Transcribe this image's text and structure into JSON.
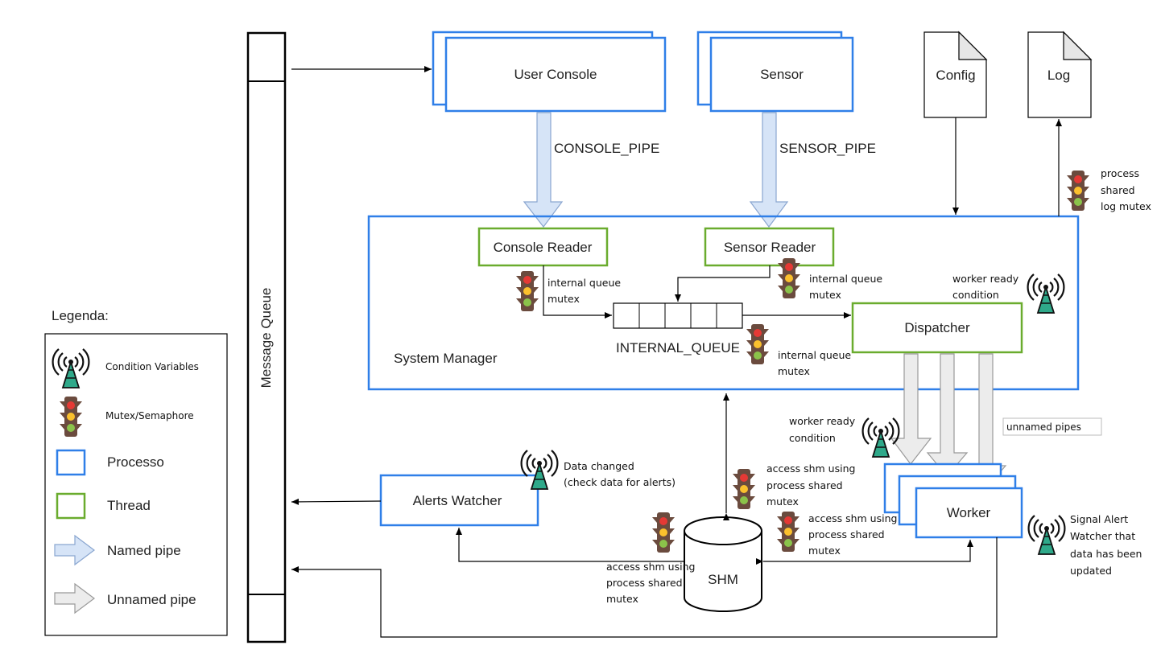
{
  "processes": {
    "user_console": "User Console",
    "sensor": "Sensor",
    "system_manager": "System Manager",
    "alerts_watcher": "Alerts Watcher",
    "worker": "Worker"
  },
  "threads": {
    "console_reader": "Console Reader",
    "sensor_reader": "Sensor Reader",
    "dispatcher": "Dispatcher"
  },
  "files": {
    "config": "Config",
    "log": "Log"
  },
  "message_queue": "Message Queue",
  "shm": "SHM",
  "pipes": {
    "console_pipe": "CONSOLE_PIPE",
    "sensor_pipe": "SENSOR_PIPE",
    "unnamed_pipes": "unnamed pipes"
  },
  "internal_queue": "INTERNAL_QUEUE",
  "annotations": {
    "log_mutex": [
      "process",
      "shared",
      "log mutex"
    ],
    "console_queue_mutex": [
      "internal queue",
      "mutex"
    ],
    "sensor_queue_mutex": [
      "internal queue",
      "mutex"
    ],
    "dispatcher_queue_mutex": [
      "internal queue",
      "mutex"
    ],
    "dispatcher_worker_ready": [
      "worker ready",
      "condition"
    ],
    "worker_ready": [
      "worker ready",
      "condition"
    ],
    "data_changed": [
      "Data changed",
      "(check data for alerts)"
    ],
    "shm_mutex_1": [
      "access shm using",
      "process shared",
      "mutex"
    ],
    "shm_mutex_2": [
      "access shm using",
      "process shared",
      "mutex"
    ],
    "shm_mutex_3": [
      "access shm using",
      "process shared",
      "mutex"
    ],
    "signal_alert": [
      "Signal Alert",
      "Watcher that",
      "data has been",
      "updated"
    ]
  },
  "legend": {
    "title": "Legenda:",
    "items": [
      "Condition Variables",
      "Mutex/Semaphore",
      "Processo",
      "Thread",
      "Named pipe",
      "Unnamed pipe"
    ]
  },
  "colors": {
    "process_border": "#2f7fe8",
    "thread_border": "#6aac2e",
    "named_pipe": "#d6e4f7",
    "unnamed_pipe": "#ececec",
    "antenna": "#2fa98a",
    "traffic_light_body": "#6b4b3e"
  }
}
